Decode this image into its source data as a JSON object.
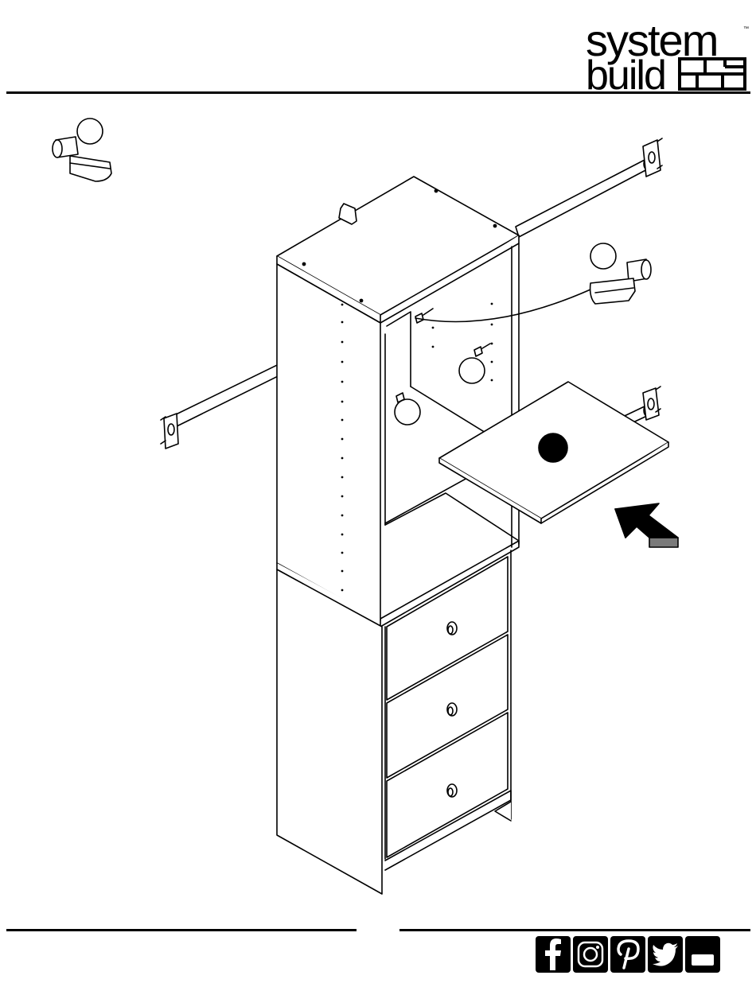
{
  "brand": {
    "name_line1": "system",
    "name_line2": "build",
    "trademark": "™"
  },
  "illustration": {
    "step_marker": "filled-circle"
  },
  "social": {
    "icons": [
      "facebook-icon",
      "instagram-icon",
      "pinterest-icon",
      "twitter-icon",
      "youtube-icon"
    ]
  },
  "colors": {
    "ink": "#000000",
    "paper": "#ffffff",
    "arrow_side": "#7a7a7a"
  }
}
